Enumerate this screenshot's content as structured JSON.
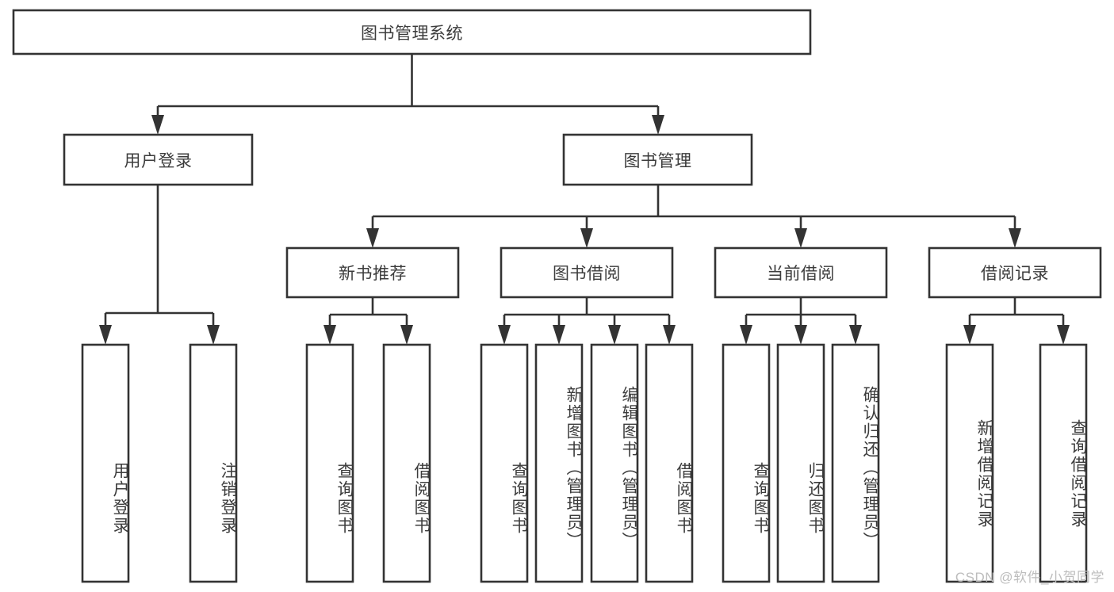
{
  "diagram": {
    "type": "tree-hierarchy-chart",
    "title": "图书管理系统",
    "watermark": "CSDN @软件_小贺同学",
    "colors": {
      "box_stroke": "#333333",
      "box_fill": "#ffffff",
      "text": "#3c3c3c",
      "background": "#ffffff",
      "watermark": "#bdbdbd"
    },
    "nodes": {
      "root": {
        "label": "图书管理系统",
        "level": 1,
        "orientation": "horizontal"
      },
      "level2": [
        {
          "id": "user-login",
          "label": "用户登录",
          "orientation": "horizontal"
        },
        {
          "id": "book-management",
          "label": "图书管理",
          "orientation": "horizontal"
        }
      ],
      "level3": [
        {
          "id": "new-book-recommend",
          "label": "新书推荐",
          "orientation": "horizontal",
          "parent": "book-management"
        },
        {
          "id": "book-borrow",
          "label": "图书借阅",
          "orientation": "horizontal",
          "parent": "book-management"
        },
        {
          "id": "current-borrow",
          "label": "当前借阅",
          "orientation": "horizontal",
          "parent": "book-management"
        },
        {
          "id": "borrow-record",
          "label": "借阅记录",
          "orientation": "horizontal",
          "parent": "book-management"
        }
      ],
      "leaves": [
        {
          "id": "leaf-user-login",
          "label": "用户登录",
          "parent": "user-login",
          "orientation": "vertical"
        },
        {
          "id": "leaf-logout-login",
          "label": "注销登录",
          "parent": "user-login",
          "orientation": "vertical"
        },
        {
          "id": "leaf-query-book-1",
          "label": "查询图书",
          "parent": "new-book-recommend",
          "orientation": "vertical"
        },
        {
          "id": "leaf-borrow-book-1",
          "label": "借阅图书",
          "parent": "new-book-recommend",
          "orientation": "vertical"
        },
        {
          "id": "leaf-query-book-2",
          "label": "查询图书",
          "parent": "book-borrow",
          "orientation": "vertical"
        },
        {
          "id": "leaf-add-book",
          "label": "新增图书（管理员）",
          "parent": "book-borrow",
          "orientation": "vertical"
        },
        {
          "id": "leaf-edit-book",
          "label": "编辑图书（管理员）",
          "parent": "book-borrow",
          "orientation": "vertical"
        },
        {
          "id": "leaf-borrow-book-2",
          "label": "借阅图书",
          "parent": "book-borrow",
          "orientation": "vertical"
        },
        {
          "id": "leaf-query-book-3",
          "label": "查询图书",
          "parent": "current-borrow",
          "orientation": "vertical"
        },
        {
          "id": "leaf-return-book",
          "label": "归还图书",
          "parent": "current-borrow",
          "orientation": "vertical"
        },
        {
          "id": "leaf-confirm-return",
          "label": "确认归还（管理员）",
          "parent": "current-borrow",
          "orientation": "vertical"
        },
        {
          "id": "leaf-add-record",
          "label": "新增借阅记录",
          "parent": "borrow-record",
          "orientation": "vertical"
        },
        {
          "id": "leaf-query-record",
          "label": "查询借阅记录",
          "parent": "borrow-record",
          "orientation": "vertical"
        }
      ]
    }
  }
}
